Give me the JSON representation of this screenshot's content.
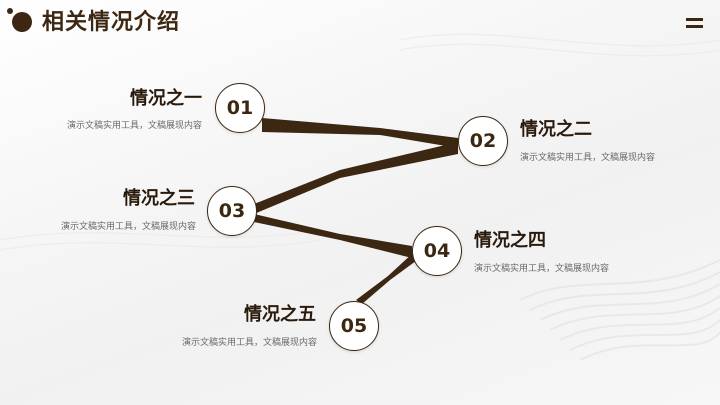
{
  "theme": {
    "brand": "#3b2712"
  },
  "header": {
    "title": "相关情况介绍",
    "menu_icon": "menu-icon"
  },
  "items": [
    {
      "number": "01",
      "title": "情况之一",
      "desc": "演示文稿实用工具，文稿展现内容"
    },
    {
      "number": "02",
      "title": "情况之二",
      "desc": "演示文稿实用工具，文稿展现内容"
    },
    {
      "number": "03",
      "title": "情况之三",
      "desc": "演示文稿实用工具，文稿展现内容"
    },
    {
      "number": "04",
      "title": "情况之四",
      "desc": "演示文稿实用工具，文稿展现内容"
    },
    {
      "number": "05",
      "title": "情况之五",
      "desc": "演示文稿实用工具，文稿展现内容"
    }
  ]
}
